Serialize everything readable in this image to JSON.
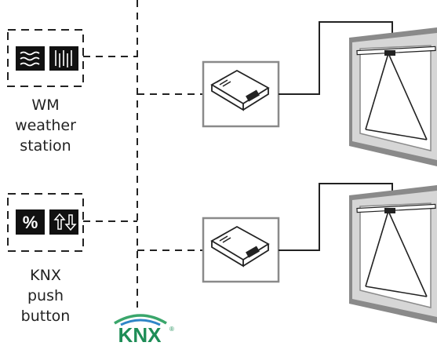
{
  "devices": {
    "weather_station": {
      "label_lines": [
        "WM",
        "weather",
        "station"
      ],
      "icons": [
        "wind-icon",
        "rain-icon"
      ]
    },
    "push_button": {
      "label_lines": [
        "KNX",
        "push",
        "button"
      ],
      "icons": [
        "percent-icon",
        "up-down-icon"
      ],
      "percent_glyph": "%"
    }
  },
  "logo": {
    "text": "KNX",
    "registered_mark": "®",
    "colors": {
      "text": "#1e8d57",
      "arc": "#2f86c7",
      "arc_green": "#3aa66b"
    }
  },
  "colors": {
    "line": "#222222",
    "frame_outer": "#8a8a8a",
    "frame_inner": "#d6d6d6",
    "icon_bg": "#111111"
  }
}
